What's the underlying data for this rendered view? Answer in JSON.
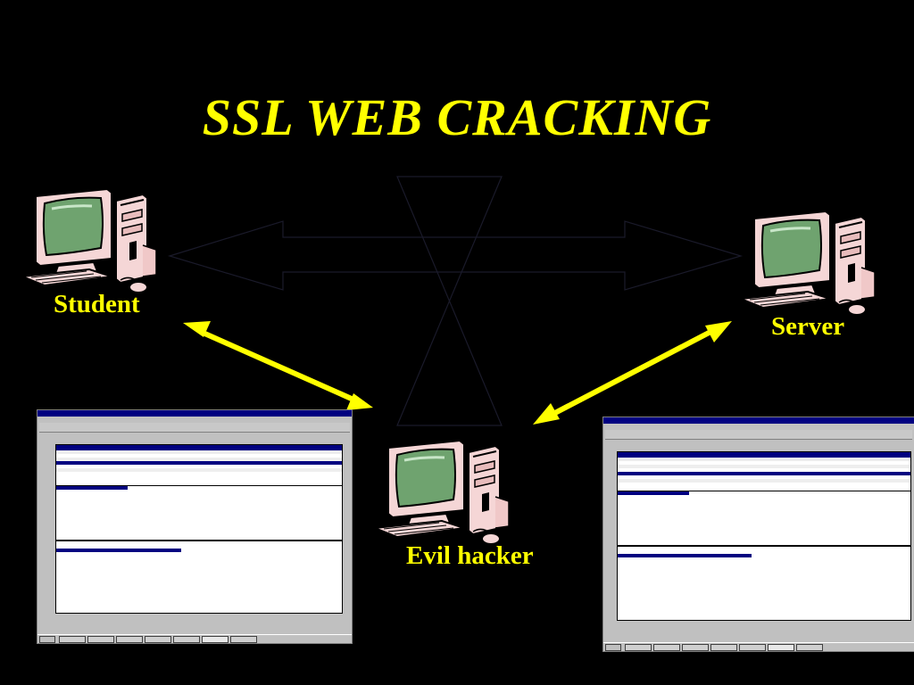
{
  "title": "SSL WEB CRACKING",
  "nodes": {
    "student": "Student",
    "server": "Server",
    "hacker": "Evil hacker"
  },
  "colors": {
    "background": "#000000",
    "text": "#ffff00",
    "arrow": "#ffff00",
    "monitor_screen": "#6fa36f",
    "computer_case": "#f5d6d6"
  }
}
